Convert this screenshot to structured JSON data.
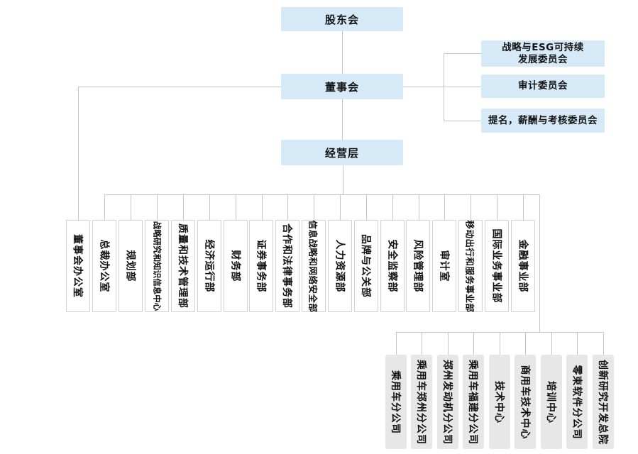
{
  "colors": {
    "node_fill": "#d6e9f6",
    "subsidiary_fill": "#e7e7e7",
    "connector_line": "#c6c6c6",
    "text": "#111111",
    "department_border": "#d2d2d2",
    "background": "#ffffff"
  },
  "top_nodes": {
    "shareholders": {
      "label": "股东会"
    },
    "board": {
      "label": "董事会"
    },
    "management": {
      "label": "经营层"
    }
  },
  "committees": {
    "items": [
      {
        "label": "战略与ESG可持续发展委员会",
        "lines": [
          "战略与ESG可持续",
          "发展委员会"
        ]
      },
      {
        "label": "审计委员会",
        "lines": [
          "审计委员会"
        ]
      },
      {
        "label": "提名，薪酬与考核委员会",
        "lines": [
          "提名，薪酬与考核委员会"
        ]
      }
    ]
  },
  "departments": {
    "items": [
      {
        "label": "董事会办公室"
      },
      {
        "label": "总裁办公室"
      },
      {
        "label": "规划部"
      },
      {
        "label": "战略研究和知识信息中心"
      },
      {
        "label": "质量和技术管理部"
      },
      {
        "label": "经济运行部"
      },
      {
        "label": "财务部"
      },
      {
        "label": "证券事务部"
      },
      {
        "label": "合作和法律事务部"
      },
      {
        "label": "信息战略和网络安全部"
      },
      {
        "label": "人力资源部"
      },
      {
        "label": "品牌与公关部"
      },
      {
        "label": "安全监察部"
      },
      {
        "label": "风险管理部"
      },
      {
        "label": "审计室"
      },
      {
        "label": "移动出行和服务事业部"
      },
      {
        "label": "国际业务事业部"
      },
      {
        "label": "金融事业部"
      }
    ]
  },
  "subsidiaries": {
    "items": [
      {
        "label": "乘用车分公司"
      },
      {
        "label": "乘用车郑州分公司"
      },
      {
        "label": "郑州发动机分公司"
      },
      {
        "label": "乘用车福建分公司"
      },
      {
        "label": "技术中心"
      },
      {
        "label": "商用车技术中心"
      },
      {
        "label": "培训中心"
      },
      {
        "label": "零束软件分公司"
      },
      {
        "label": "创新研究开发总院"
      }
    ]
  }
}
